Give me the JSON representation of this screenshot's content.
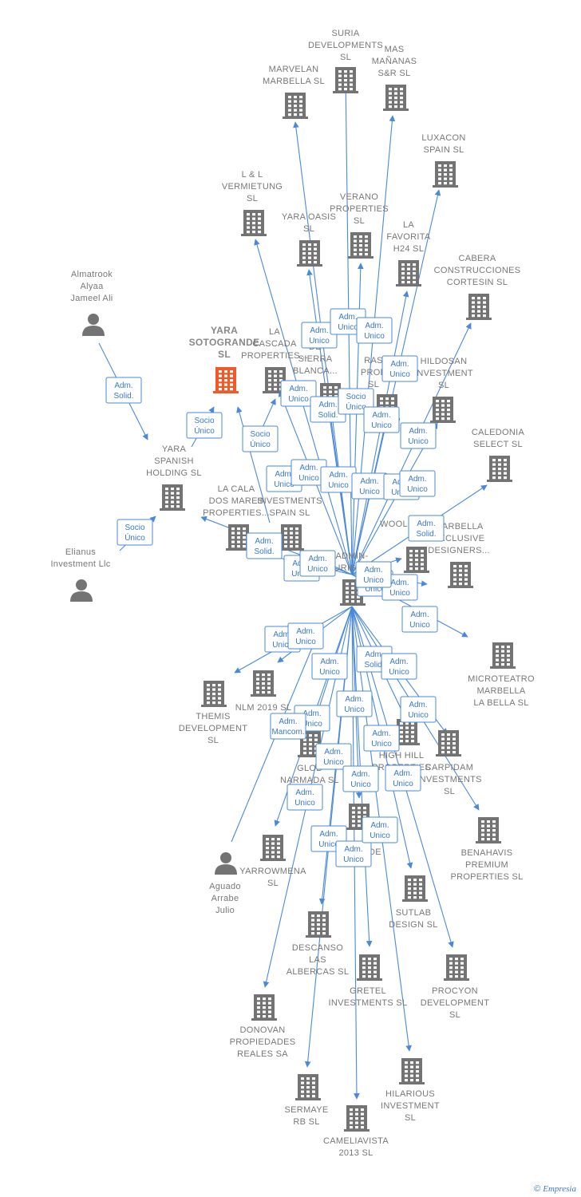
{
  "nodes": [
    {
      "id": "suria",
      "type": "company",
      "lines": [
        "SURIA",
        "DEVELOPMENTS",
        "SL"
      ]
    },
    {
      "id": "mas",
      "type": "company",
      "lines": [
        "MAS",
        "MAÑANAS",
        "S&R  SL"
      ]
    },
    {
      "id": "marvelan",
      "type": "company",
      "lines": [
        "MARVELAN",
        "MARBELLA  SL"
      ]
    },
    {
      "id": "luxacon",
      "type": "company",
      "lines": [
        "LUXACON",
        "SPAIN SL"
      ]
    },
    {
      "id": "ll",
      "type": "company",
      "lines": [
        "L & L",
        "VERMIETUNG",
        "SL"
      ]
    },
    {
      "id": "verano",
      "type": "company",
      "lines": [
        "VERANO",
        "PROPERTIES",
        "SL"
      ]
    },
    {
      "id": "yaraoasis",
      "type": "company",
      "lines": [
        "YARA OASIS",
        "SL"
      ]
    },
    {
      "id": "favorita",
      "type": "company",
      "lines": [
        "LA",
        "FAVORITA",
        "H24  SL"
      ]
    },
    {
      "id": "cabera",
      "type": "company",
      "lines": [
        "CABERA",
        "CONSTRUCCIONES",
        "CORTESIN  SL"
      ]
    },
    {
      "id": "almatrook",
      "type": "person",
      "lines": [
        "Almatrook",
        "Alyaa",
        "Jameel Ali"
      ]
    },
    {
      "id": "yarasoto",
      "type": "focus",
      "lines": [
        "YARA",
        "SOTOGRANDE",
        "SL"
      ]
    },
    {
      "id": "lacascada",
      "type": "company",
      "lines": [
        "LA",
        "CASCADA",
        "PROPERTIES..."
      ]
    },
    {
      "id": "sierra",
      "type": "company",
      "lines": [
        "DE",
        "SIERRA",
        "BLANCA..."
      ]
    },
    {
      "id": "ras",
      "type": "company",
      "lines": [
        "RAS",
        "PROP",
        "SL"
      ]
    },
    {
      "id": "hildosan",
      "type": "company",
      "lines": [
        "HILDOSAN",
        "INVESTMENT",
        "SL"
      ]
    },
    {
      "id": "yaraspanish",
      "type": "company",
      "lines": [
        "YARA",
        "SPANISH",
        "HOLDING  SL"
      ]
    },
    {
      "id": "caledonia",
      "type": "company",
      "lines": [
        "CALEDONIA",
        "SELECT  SL"
      ]
    },
    {
      "id": "lacala",
      "type": "company",
      "lines": [
        "LA CALA",
        "DOS MARES",
        "PROPERTIES..."
      ]
    },
    {
      "id": "investments",
      "type": "company",
      "lines": [
        "N",
        "INVESTMENTS",
        "SPAIN SL"
      ]
    },
    {
      "id": "woolf",
      "type": "company",
      "lines": [
        "WOOLF"
      ]
    },
    {
      "id": "marbella",
      "type": "company",
      "lines": [
        "MARBELLA",
        "EXCLUSIVE",
        "DESIGNERS..."
      ]
    },
    {
      "id": "elianus",
      "type": "person",
      "lines": [
        "Elianus",
        "Investment Llc"
      ]
    },
    {
      "id": "adminuris",
      "type": "company",
      "lines": [
        "ADMIN-",
        "URIS  SL"
      ]
    },
    {
      "id": "microteatro",
      "type": "company",
      "lines": [
        "MICROTEATRO",
        "MARBELLA",
        "LA BELLA  SL"
      ]
    },
    {
      "id": "themis",
      "type": "company",
      "lines": [
        "THEMIS",
        "DEVELOPMENT",
        "SL"
      ]
    },
    {
      "id": "nlm",
      "type": "company",
      "lines": [
        "NLM 2019  SL"
      ]
    },
    {
      "id": "highhill",
      "type": "company",
      "lines": [
        "HIGH HILL",
        "PROPERTIES",
        "SL"
      ]
    },
    {
      "id": "carpidam",
      "type": "company",
      "lines": [
        "CARPIDAM",
        "INVESTMENTS",
        "SL"
      ]
    },
    {
      "id": "glob",
      "type": "company",
      "lines": [
        "GLOB",
        "NARMADA  SL"
      ]
    },
    {
      "id": "benahavis",
      "type": "company",
      "lines": [
        "BENAHAVIS",
        "PREMIUM",
        "PROPERTIES SL"
      ]
    },
    {
      "id": "yarrowmena",
      "type": "company",
      "lines": [
        "YARROWMENA",
        "SL"
      ]
    },
    {
      "id": "aguado",
      "type": "person",
      "lines": [
        "Aguado",
        "Arrabe",
        "Julio"
      ]
    },
    {
      "id": "pde",
      "type": "company",
      "lines": [
        "DE"
      ]
    },
    {
      "id": "sutlab",
      "type": "company",
      "lines": [
        "SUTLAB",
        "DESIGN  SL"
      ]
    },
    {
      "id": "descanso",
      "type": "company",
      "lines": [
        "DESCANSO",
        "LAS",
        "ALBERCAS  SL"
      ]
    },
    {
      "id": "gretel",
      "type": "company",
      "lines": [
        "GRETEL",
        "INVESTMENTS SL"
      ]
    },
    {
      "id": "procyon",
      "type": "company",
      "lines": [
        "PROCYON",
        "DEVELOPMENT",
        "SL"
      ]
    },
    {
      "id": "donovan",
      "type": "company",
      "lines": [
        "DONOVAN",
        "PROPIEDADES",
        "REALES SA"
      ]
    },
    {
      "id": "hilarious",
      "type": "company",
      "lines": [
        "HILARIOUS",
        "INVESTMENT",
        "SL"
      ]
    },
    {
      "id": "sermaye",
      "type": "company",
      "lines": [
        "SERMAYE",
        "RB  SL"
      ]
    },
    {
      "id": "cameliavista",
      "type": "company",
      "lines": [
        "CAMELIAVISTA",
        "2013  SL"
      ]
    }
  ],
  "relations": [
    {
      "lines": [
        "Adm.",
        "Solid."
      ]
    },
    {
      "lines": [
        "Socio",
        "Único"
      ]
    },
    {
      "lines": [
        "Socio",
        "Único"
      ]
    },
    {
      "lines": [
        "Socio",
        "Único"
      ]
    },
    {
      "lines": [
        "Adm.",
        "Unico"
      ]
    },
    {
      "lines": [
        "Adm.",
        "Unico"
      ]
    },
    {
      "lines": [
        "Adm.",
        "Unico"
      ]
    },
    {
      "lines": [
        "Adm.",
        "Unico"
      ]
    },
    {
      "lines": [
        "Adm.",
        "Unico"
      ]
    },
    {
      "lines": [
        "Adm.",
        "Solid."
      ]
    },
    {
      "lines": [
        "Socio",
        "Único"
      ]
    },
    {
      "lines": [
        "Adm.",
        "Unico"
      ]
    },
    {
      "lines": [
        "Adm.",
        "Unico"
      ]
    },
    {
      "lines": [
        "Adm.",
        "Unico"
      ]
    },
    {
      "lines": [
        "Adm.",
        "Unico"
      ]
    },
    {
      "lines": [
        "Adm.",
        "Unico"
      ]
    },
    {
      "lines": [
        "Adm.",
        "Unico"
      ]
    },
    {
      "lines": [
        "Adm.",
        "Unico"
      ]
    },
    {
      "lines": [
        "Adm.",
        "Solid."
      ]
    },
    {
      "lines": [
        "Adm.",
        "Solid."
      ]
    },
    {
      "lines": [
        "Adm.",
        "Unico"
      ]
    },
    {
      "lines": [
        "Adm.",
        "Unico"
      ]
    },
    {
      "lines": [
        "Adm.",
        "Unico"
      ]
    },
    {
      "lines": [
        "Adm.",
        "Unico"
      ]
    },
    {
      "lines": [
        "Adm.",
        "Unico"
      ]
    },
    {
      "lines": [
        "Adm.",
        "Unico"
      ]
    },
    {
      "lines": [
        "Adm.",
        "Unico"
      ]
    },
    {
      "lines": [
        "Adm.",
        "Unico"
      ]
    },
    {
      "lines": [
        "Adm.",
        "Solid."
      ]
    },
    {
      "lines": [
        "Adm.",
        "Unico"
      ]
    },
    {
      "lines": [
        "Adm.",
        "Unico"
      ]
    },
    {
      "lines": [
        "Adm.",
        "Unico"
      ]
    },
    {
      "lines": [
        "Adm.",
        "Mancom."
      ]
    },
    {
      "lines": [
        "Adm.",
        "Unico"
      ]
    },
    {
      "lines": [
        "Adm.",
        "Unico"
      ]
    },
    {
      "lines": [
        "Adm.",
        "Unico"
      ]
    },
    {
      "lines": [
        "Adm.",
        "Unico"
      ]
    },
    {
      "lines": [
        "Adm.",
        "Unico"
      ]
    },
    {
      "lines": [
        "Adm.",
        "Unico"
      ]
    },
    {
      "lines": [
        "Adm.",
        "Unico"
      ]
    },
    {
      "lines": [
        "Adm.",
        "Unico"
      ]
    },
    {
      "lines": [
        "Adm.",
        "Unico"
      ]
    },
    {
      "lines": [
        "Adm.",
        "Unico"
      ]
    },
    {
      "lines": [
        "Adm.",
        "Unico"
      ]
    }
  ],
  "colors": {
    "edge": "#4a89d9",
    "company": "#737373",
    "focus": "#f05a28",
    "person": "#737373",
    "label": "#777777"
  },
  "footer": {
    "symbol": "©",
    "brand": "Empresia"
  }
}
